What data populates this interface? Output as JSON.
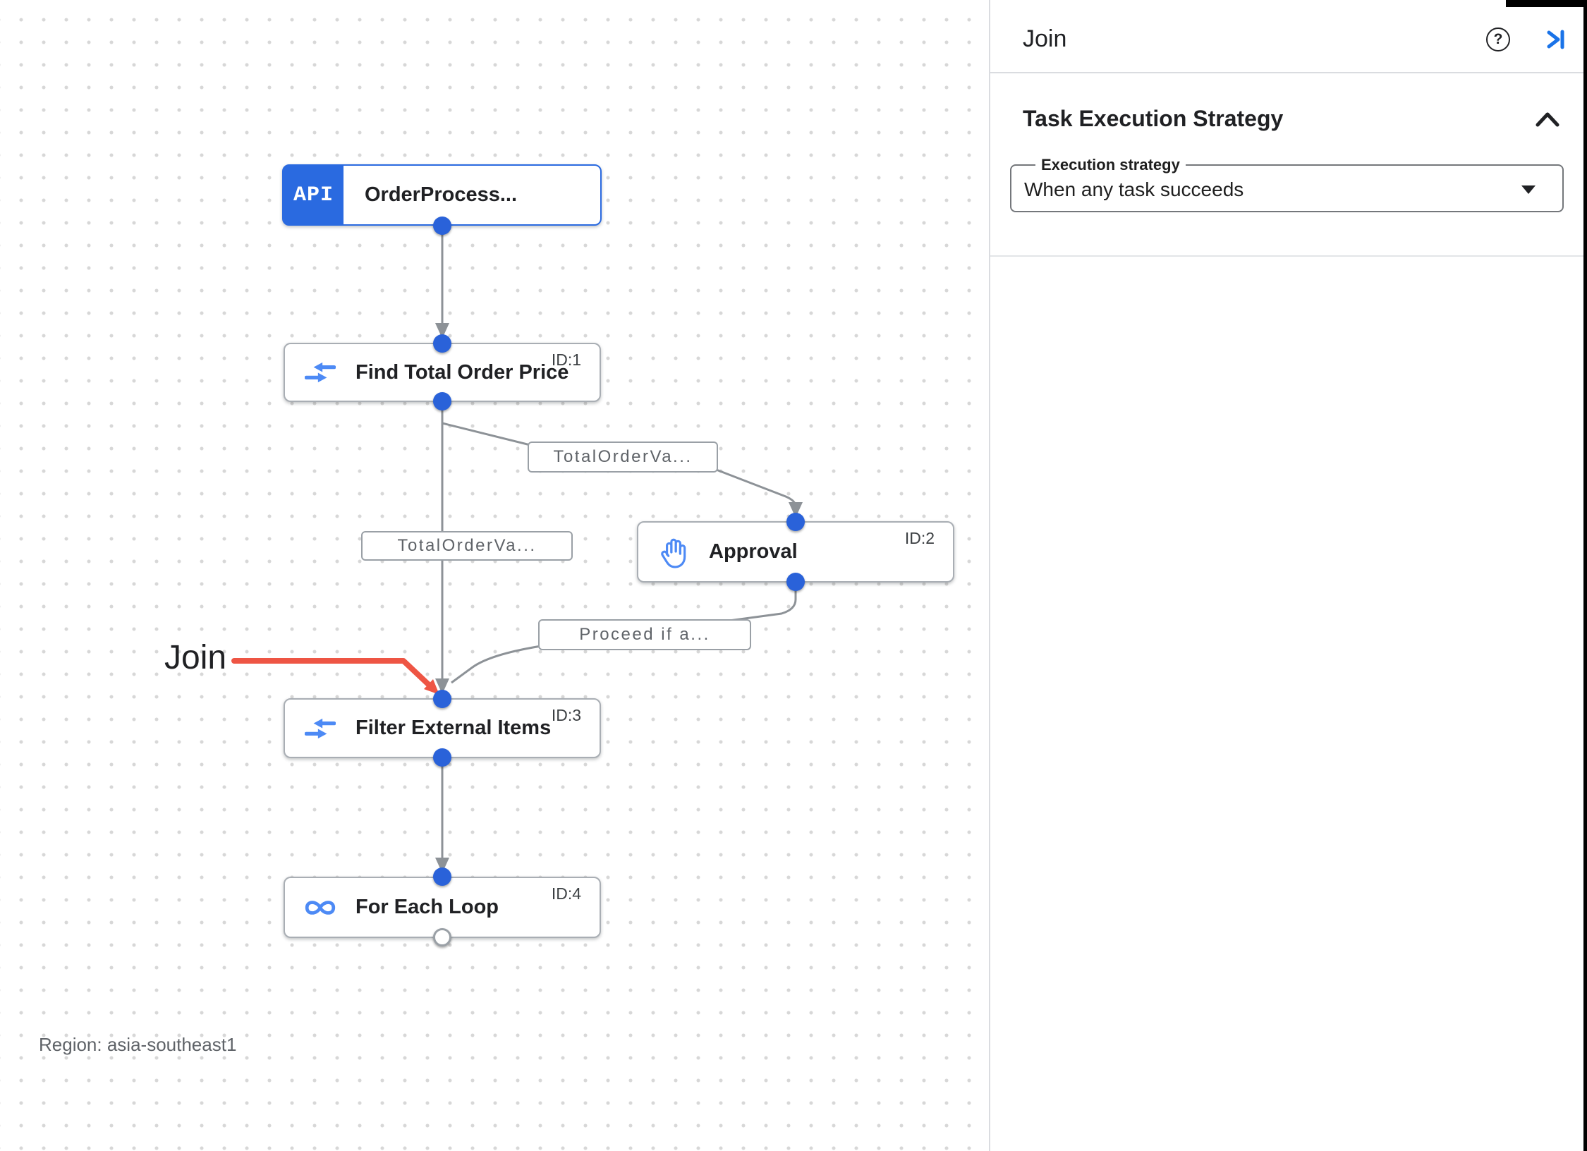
{
  "panel": {
    "title": "Join",
    "help_symbol": "?",
    "section_heading": "Task Execution Strategy",
    "execution_strategy": {
      "label": "Execution strategy",
      "value": "When any task succeeds"
    }
  },
  "canvas": {
    "annotation_label": "Join",
    "region_label": "Region: asia-southeast1",
    "nodes": {
      "trigger": {
        "badge": "API",
        "title": "OrderProcess..."
      },
      "find_total": {
        "title": "Find Total Order Price",
        "id": "ID:1"
      },
      "approval": {
        "title": "Approval",
        "id": "ID:2"
      },
      "filter": {
        "title": "Filter External Items",
        "id": "ID:3"
      },
      "foreach": {
        "title": "For Each Loop",
        "id": "ID:4"
      }
    },
    "edge_labels": {
      "to_approval": "TotalOrderVa...",
      "to_filter": "TotalOrderVa...",
      "from_approval": "Proceed if a..."
    }
  },
  "colors": {
    "accent_blue": "#2a6ae0",
    "icon_blue": "#4d8af5",
    "port_blue": "#2a62d9",
    "edge_gray": "#8d9297",
    "annotation_red": "#ee5544"
  }
}
